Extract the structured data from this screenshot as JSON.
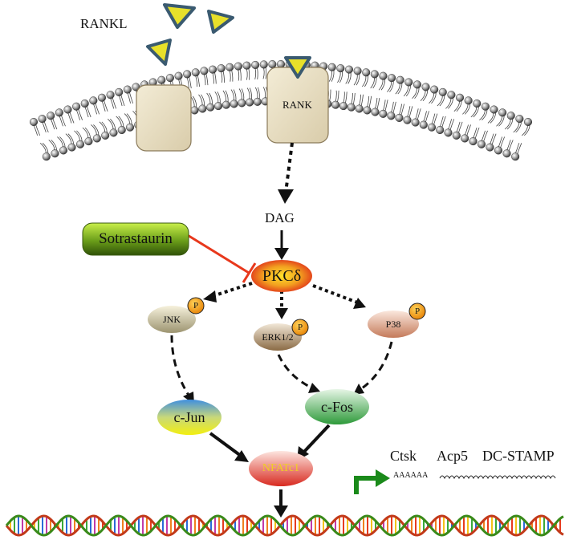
{
  "ligand": {
    "label": "RANKL",
    "color": "#e8e02a"
  },
  "receptor": {
    "label": "RANK"
  },
  "upstream": {
    "label": "DAG"
  },
  "inhibitor": {
    "label": "Sotrastaurin",
    "color": "#6b9e1a",
    "inhibition_color": "#e8381c"
  },
  "kinase": {
    "label": "PKCδ"
  },
  "mapk": {
    "jnk": {
      "label": "JNK",
      "phospho": "P"
    },
    "erk": {
      "label": "ERK1/2",
      "phospho": "P"
    },
    "p38": {
      "label": "P38",
      "phospho": "P"
    }
  },
  "transcription_factors": {
    "cjun": {
      "label": "c-Jun"
    },
    "cfos": {
      "label": "c-Fos"
    },
    "nfatc1": {
      "label": "NFATc1",
      "color": "#f0d020"
    }
  },
  "target_genes": {
    "genes": [
      "Ctsk",
      "Acp5",
      "DC-STAMP"
    ],
    "polyA": "AAAAAA",
    "arrow_color": "#1a8a1a"
  }
}
